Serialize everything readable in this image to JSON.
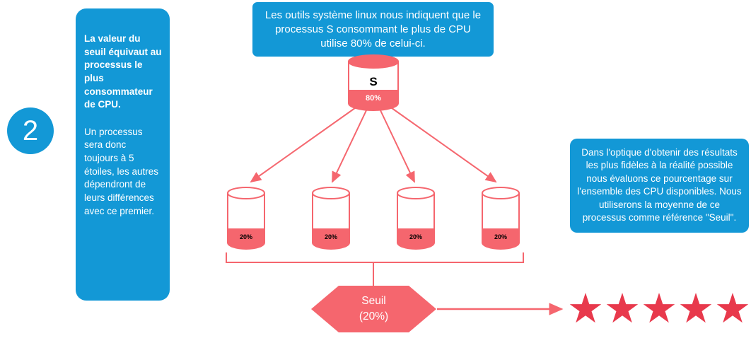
{
  "colors": {
    "blue": "#1398D6",
    "salmon": "#F5666E",
    "star_red": "#E8394C"
  },
  "step": {
    "number": "2"
  },
  "left_panel": {
    "title": "La valeur du seuil équivaut au processus le plus consommateur de CPU.",
    "body": "Un processus sera donc toujours à 5 étoiles, les autres dépendront de leurs différences avec ce premier."
  },
  "top_callout": {
    "text": "Les outils système linux nous indiquent que le processus S consommant le plus de CPU utilise 80% de celui-ci."
  },
  "right_callout": {
    "text": "Dans l'optique d'obtenir des résultats les plus fidèles à la réalité possible nous évaluons ce pourcentage sur l'ensemble des CPU disponibles. Nous utiliserons la moyenne de ce processus comme référence \"Seuil\"."
  },
  "main_cylinder": {
    "label": "S",
    "value": "80%"
  },
  "child_cylinders": [
    {
      "value": "20%"
    },
    {
      "value": "20%"
    },
    {
      "value": "20%"
    },
    {
      "value": "20%"
    }
  ],
  "hexagon": {
    "title": "Seuil",
    "value": "(20%)"
  },
  "stars": {
    "count": 5,
    "glyph": "★"
  }
}
